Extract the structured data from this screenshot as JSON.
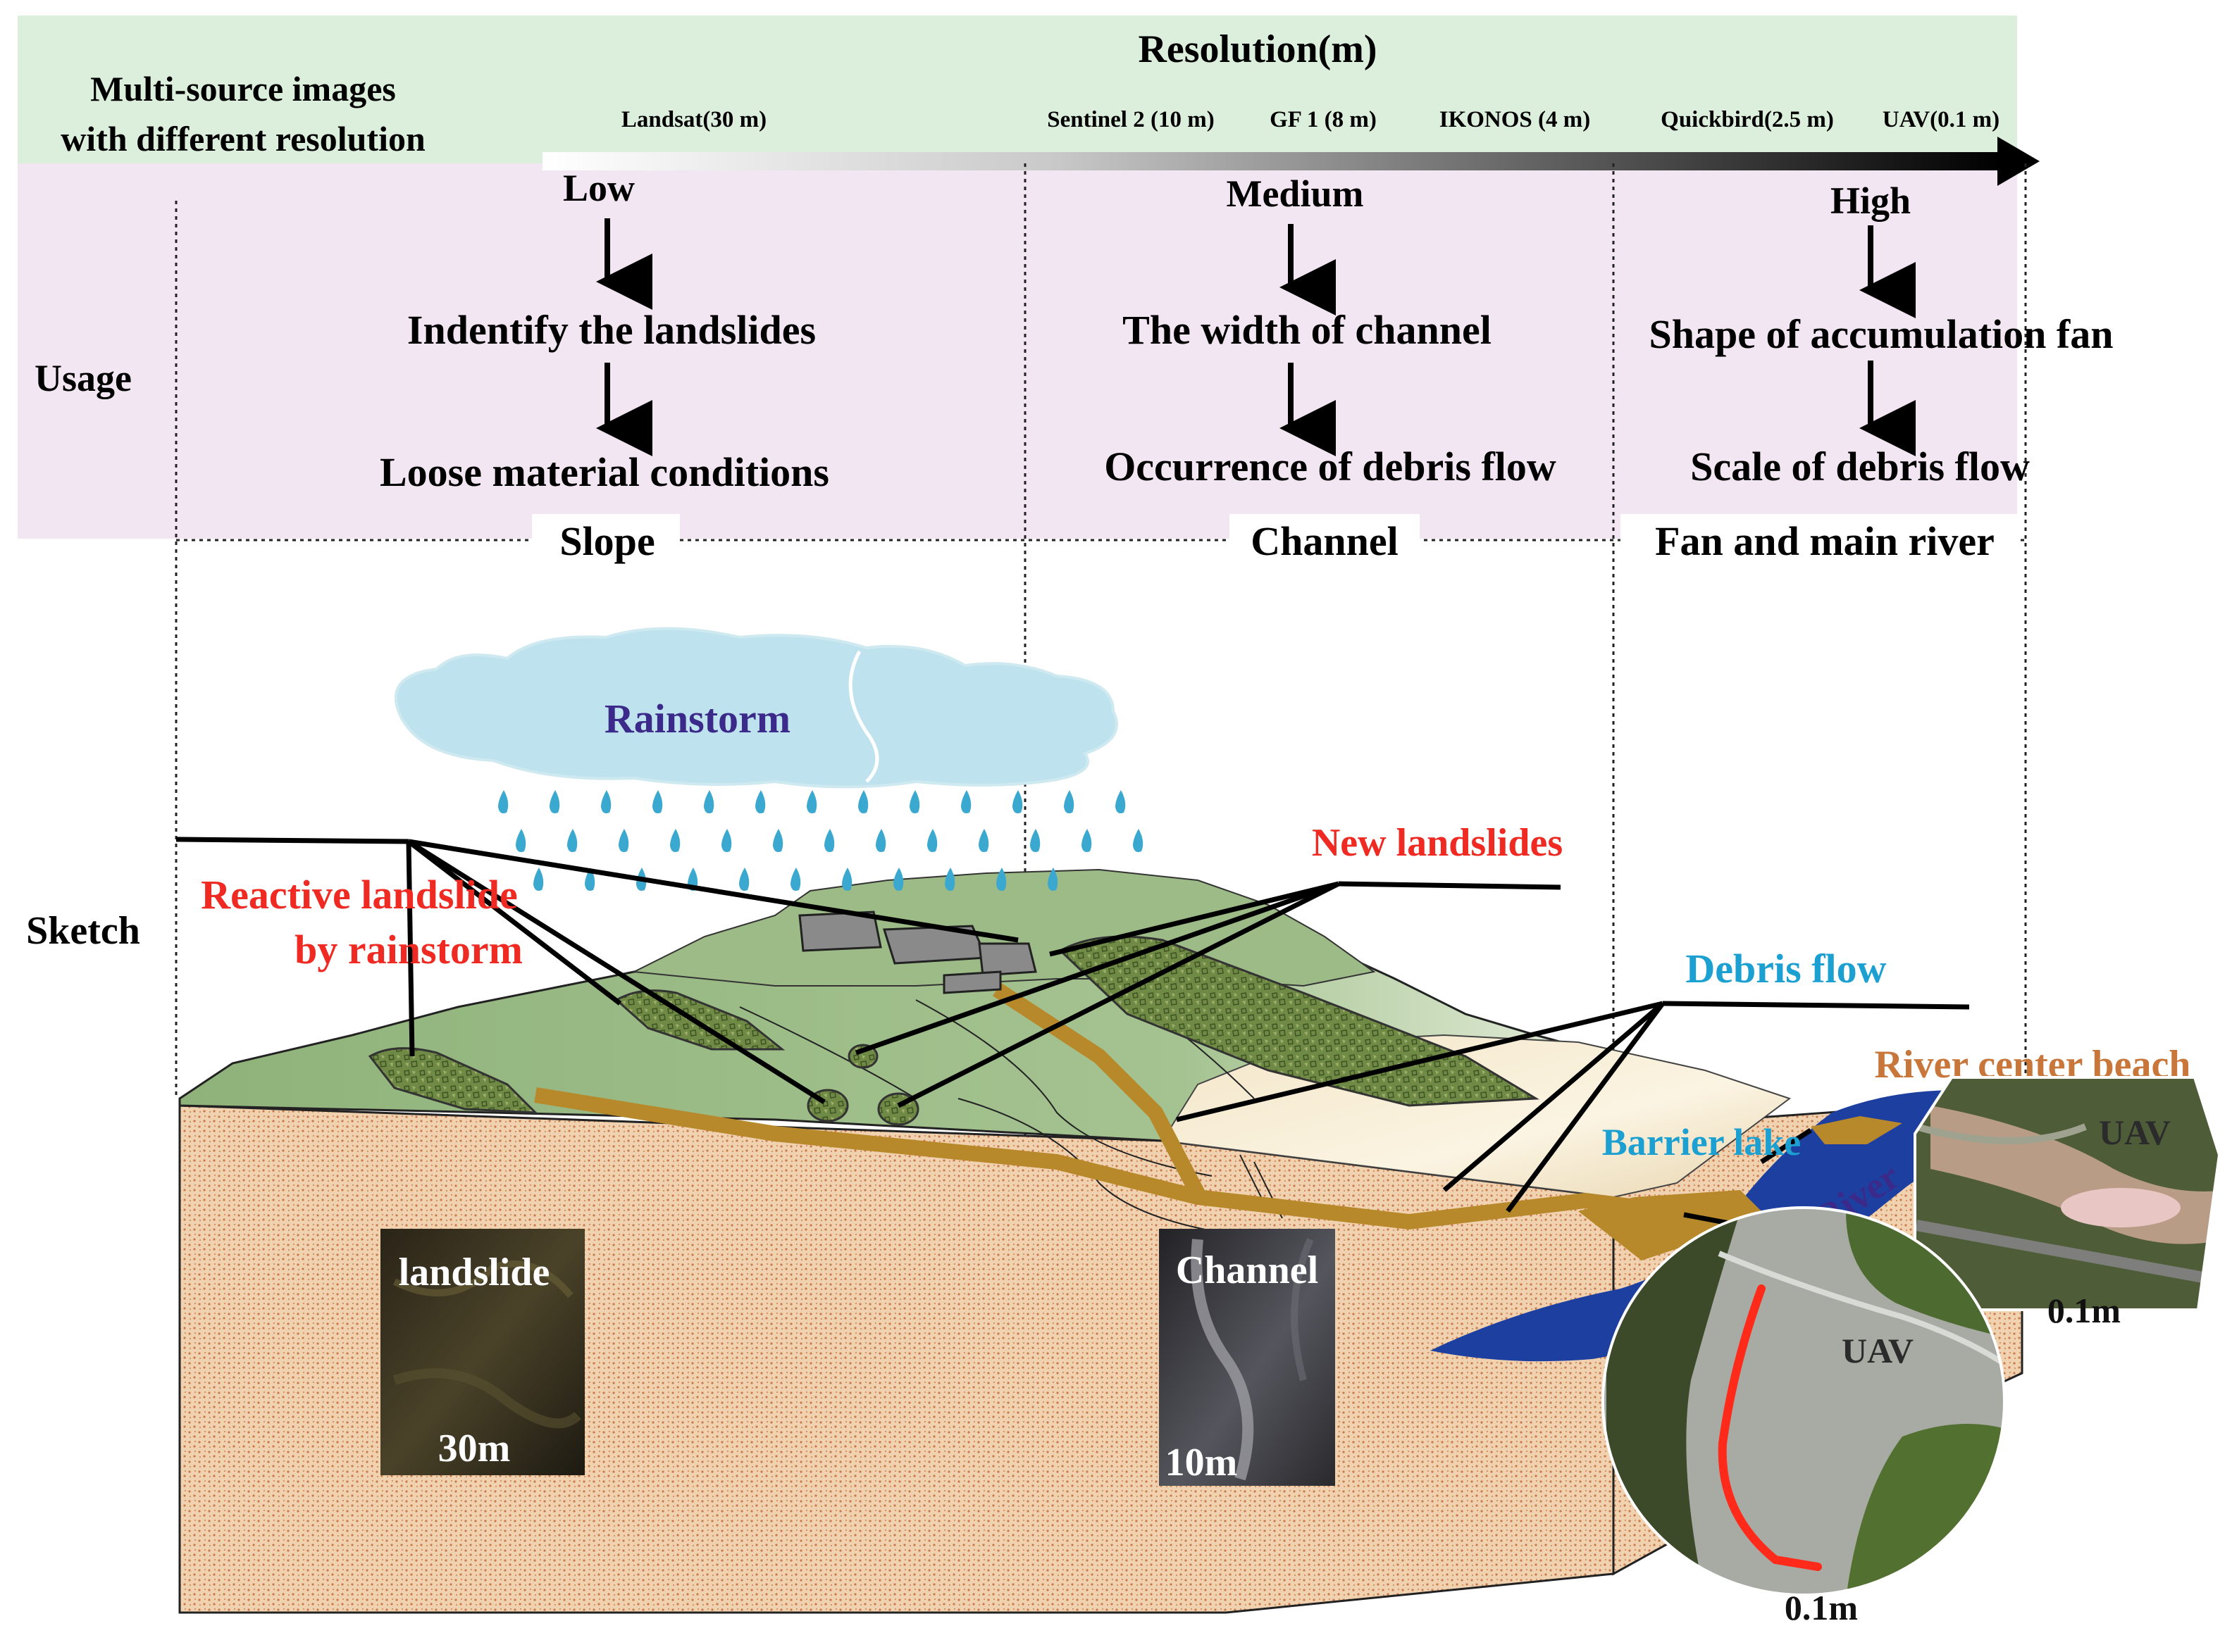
{
  "colors": {
    "header_band": "#dcefdc",
    "usage_band": "#f2e6f2",
    "terrain_green": "#8fb27a",
    "soil": "#f1d2b0",
    "soil_dots": "#c97a4a",
    "channel": "#b8892a",
    "river": "#1c3fa0",
    "rain": "#3aa8cf",
    "cloud": "#bfe3ee",
    "label_red": "#ee2a22",
    "label_blue": "#1ca0d2",
    "label_purple": "#3c2a8a",
    "label_orange": "#c8763a",
    "uav_trace": "#ff2a1a"
  },
  "header": {
    "title": "Resolution(m)",
    "multi_source_line1": "Multi-source images",
    "multi_source_line2": "with different resolution",
    "sensors": [
      "Landsat(30 m)",
      "Sentinel 2 (10 m)",
      "GF 1 (8 m)",
      "IKONOS (4 m)",
      "Quickbird(2.5 m)",
      "UAV(0.1 m)"
    ]
  },
  "usage": {
    "row_label": "Usage",
    "columns": [
      {
        "level": "Low",
        "step1": "Indentify the landslides",
        "step2": "Loose material conditions",
        "zone": "Slope"
      },
      {
        "level": "Medium",
        "step1": "The width of channel",
        "step2": "Occurrence of debris flow",
        "zone": "Channel"
      },
      {
        "level": "High",
        "step1": "Shape of accumulation fan",
        "step2": "Scale of debris flow",
        "zone": "Fan and main river"
      }
    ]
  },
  "sketch": {
    "row_label": "Sketch",
    "rainstorm": "Rainstorm",
    "reactive_line1": "Reactive landslide",
    "reactive_line2": "by rainstorm",
    "new_landslides": "New landslides",
    "debris_flow": "Debris flow",
    "river_center_beach": "River center beach",
    "barrier_lake": "Barrier lake",
    "min_river": "Min River",
    "insets": {
      "landslide": {
        "title": "landslide",
        "resolution": "30m"
      },
      "channel": {
        "title": "Channel",
        "resolution": "10m"
      },
      "uav_top": {
        "title": "UAV",
        "resolution": "0.1m"
      },
      "uav_bottom": {
        "title": "UAV",
        "resolution": "0.1m"
      }
    }
  }
}
